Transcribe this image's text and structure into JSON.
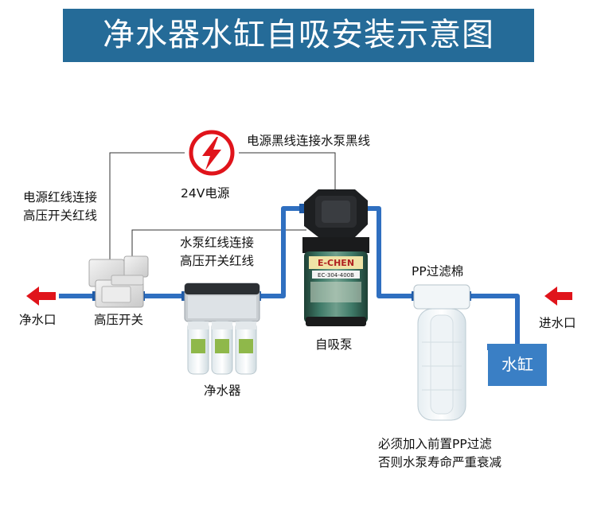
{
  "title": "净水器水缸自吸安装示意图",
  "labels": {
    "clean_water_outlet": "净水口",
    "high_pressure_switch": "高压开关",
    "purifier": "净水器",
    "self_priming_pump": "自吸泵",
    "pp_filter": "PP过滤棉",
    "water_inlet": "进水口",
    "water_tank": "水缸",
    "power_supply": "24V电源",
    "black_wire_note": "电源黑线连接水泵黑线",
    "red_wire_note_1": "电源红线连接",
    "red_wire_note_2": "高压开关红线",
    "pump_red_wire_note_1": "水泵红线连接",
    "pump_red_wire_note_2": "高压开关红线",
    "warning_1": "必须加入前置PP过滤",
    "warning_2": "否则水泵寿命严重衰减"
  },
  "pump_text": {
    "brand": "E-CHEN",
    "model": "EC-304-400B"
  },
  "colors": {
    "banner": "#256b98",
    "pipe": "#2f6fc0",
    "arrow": "#e0141b",
    "tank": "#3a7fc5",
    "wire": "#333333"
  }
}
